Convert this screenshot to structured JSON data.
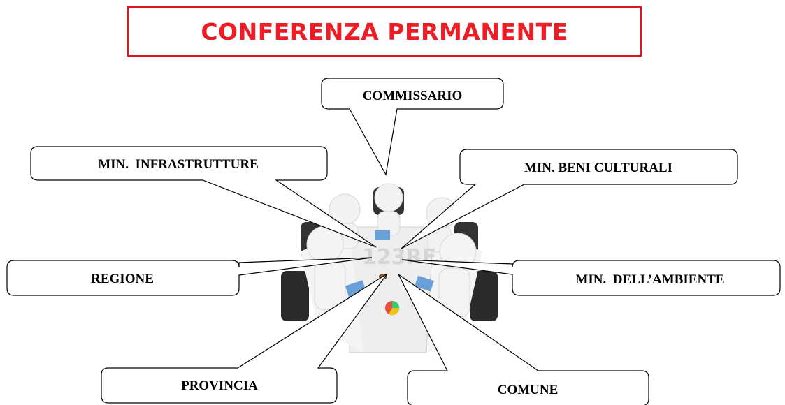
{
  "title": "CONFERENZA PERMANENTE",
  "watermark": "123RF",
  "colors": {
    "title": "#ee1c25",
    "title_border": "#e3151b",
    "callout_stroke": "#000000"
  },
  "callouts": [
    {
      "id": "commissario",
      "label": "COMMISSARIO"
    },
    {
      "id": "min-infrastrutture",
      "label": "MIN.  INFRASTRUTTURE"
    },
    {
      "id": "min-beni-culturali",
      "label": "MIN. BENI CULTURALI"
    },
    {
      "id": "regione",
      "label": "REGIONE"
    },
    {
      "id": "min-ambiente",
      "label": "MIN.  DELL’AMBIENTE"
    },
    {
      "id": "provincia",
      "label": "PROVINCIA"
    },
    {
      "id": "comune",
      "label": "COMUNE"
    }
  ]
}
